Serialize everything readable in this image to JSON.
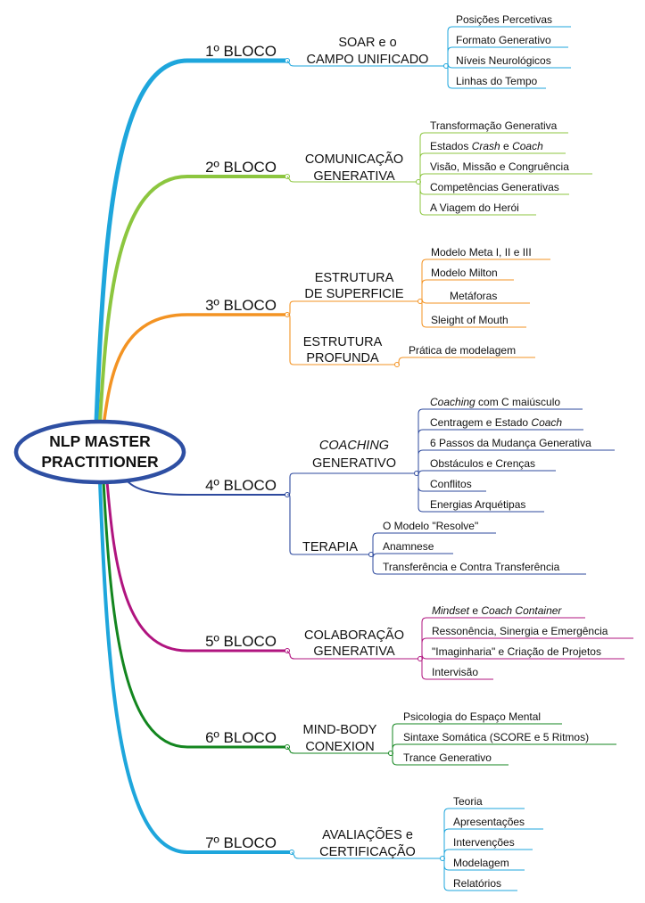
{
  "center": {
    "lines": [
      "NLP MASTER",
      "PRACTITIONER"
    ],
    "border_color": "#2e4fa3"
  },
  "blocks": [
    {
      "label": "1º BLOCO",
      "color": "#1ea6dc",
      "subtopics": [
        {
          "lines": [
            [
              {
                "t": "SOAR e o"
              }
            ],
            [
              {
                "t": "CAMPO UNIFICADO"
              }
            ]
          ],
          "leaves": [
            [
              {
                "t": "Posições Percetivas"
              }
            ],
            [
              {
                "t": "Formato Generativo"
              }
            ],
            [
              {
                "t": "Níveis Neurológicos"
              }
            ],
            [
              {
                "t": "Linhas do Tempo"
              }
            ]
          ]
        }
      ]
    },
    {
      "label": "2º BLOCO",
      "color": "#8cc63f",
      "subtopics": [
        {
          "lines": [
            [
              {
                "t": "COMUNICAÇÃO"
              }
            ],
            [
              {
                "t": "GENERATIVA"
              }
            ]
          ],
          "leaves": [
            [
              {
                "t": "Transformação Generativa"
              }
            ],
            [
              {
                "t": "Estados "
              },
              {
                "t": "Crash",
                "i": true
              },
              {
                "t": " e "
              },
              {
                "t": "Coach",
                "i": true
              }
            ],
            [
              {
                "t": "Visão, Missão e Congruência"
              }
            ],
            [
              {
                "t": "Competências Generativas"
              }
            ],
            [
              {
                "t": "A Viagem do Herói"
              }
            ]
          ]
        }
      ]
    },
    {
      "label": "3º BLOCO",
      "color": "#f39323",
      "subtopics": [
        {
          "lines": [
            [
              {
                "t": "ESTRUTURA"
              }
            ],
            [
              {
                "t": "DE SUPERFICIE"
              }
            ]
          ],
          "leaves": [
            [
              {
                "t": "Modelo Meta I, II e III"
              }
            ],
            [
              {
                "t": "Modelo Milton"
              }
            ],
            [
              {
                "t": "Metáforas"
              }
            ],
            [
              {
                "t": "Sleight of Mouth"
              }
            ]
          ]
        },
        {
          "lines": [
            [
              {
                "t": "ESTRUTURA"
              }
            ],
            [
              {
                "t": "PROFUNDA"
              }
            ]
          ],
          "leaves": [
            [
              {
                "t": "Prática de modelagem"
              }
            ]
          ]
        }
      ]
    },
    {
      "label": "4º BLOCO",
      "color": "#2e4a9e",
      "subtopics": [
        {
          "lines": [
            [
              {
                "t": "COACHING",
                "i": true
              }
            ],
            [
              {
                "t": "GENERATIVO"
              }
            ]
          ],
          "leaves": [
            [
              {
                "t": "Coaching",
                "i": true
              },
              {
                "t": " com C maiúsculo"
              }
            ],
            [
              {
                "t": "Centragem e Estado "
              },
              {
                "t": "Coach",
                "i": true
              }
            ],
            [
              {
                "t": "6 Passos da Mudança Generativa"
              }
            ],
            [
              {
                "t": "Obstáculos e Crenças"
              }
            ],
            [
              {
                "t": "Conflitos"
              }
            ],
            [
              {
                "t": "Energias Arquétipas"
              }
            ]
          ]
        },
        {
          "lines": [
            [
              {
                "t": "TERAPIA"
              }
            ]
          ],
          "leaves": [
            [
              {
                "t": "O Modelo \"Resolve\""
              }
            ],
            [
              {
                "t": "Anamnese"
              }
            ],
            [
              {
                "t": "Transferência e Contra Transferência"
              }
            ]
          ]
        }
      ]
    },
    {
      "label": "5º BLOCO",
      "color": "#b0147f",
      "subtopics": [
        {
          "lines": [
            [
              {
                "t": "COLABORAÇÃO"
              }
            ],
            [
              {
                "t": "GENERATIVA"
              }
            ]
          ],
          "leaves": [
            [
              {
                "t": "Mindset",
                "i": true
              },
              {
                "t": " e "
              },
              {
                "t": "Coach Container",
                "i": true
              }
            ],
            [
              {
                "t": "Ressonência, Sinergia e Emergência"
              }
            ],
            [
              {
                "t": "\"Imaginharia\" e Criação de Projetos"
              }
            ],
            [
              {
                "t": "Intervisão"
              }
            ]
          ]
        }
      ]
    },
    {
      "label": "6º BLOCO",
      "color": "#13861f",
      "subtopics": [
        {
          "lines": [
            [
              {
                "t": "MIND-BODY"
              }
            ],
            [
              {
                "t": "CONEXION"
              }
            ]
          ],
          "leaves": [
            [
              {
                "t": "Psicologia do Espaço Mental"
              }
            ],
            [
              {
                "t": "Sintaxe Somática (SCORE e 5 Ritmos)"
              }
            ],
            [
              {
                "t": "Trance Generativo"
              }
            ]
          ]
        }
      ]
    },
    {
      "label": "7º  BLOCO",
      "color": "#1ea6dc",
      "subtopics": [
        {
          "lines": [
            [
              {
                "t": "AVALIAÇÕES e"
              }
            ],
            [
              {
                "t": "CERTIFICAÇÃO"
              }
            ]
          ],
          "leaves": [
            [
              {
                "t": "Teoria"
              }
            ],
            [
              {
                "t": "Apresentações"
              }
            ],
            [
              {
                "t": "Intervenções"
              }
            ],
            [
              {
                "t": "Modelagem"
              }
            ],
            [
              {
                "t": "Relatórios"
              }
            ]
          ]
        }
      ]
    }
  ]
}
